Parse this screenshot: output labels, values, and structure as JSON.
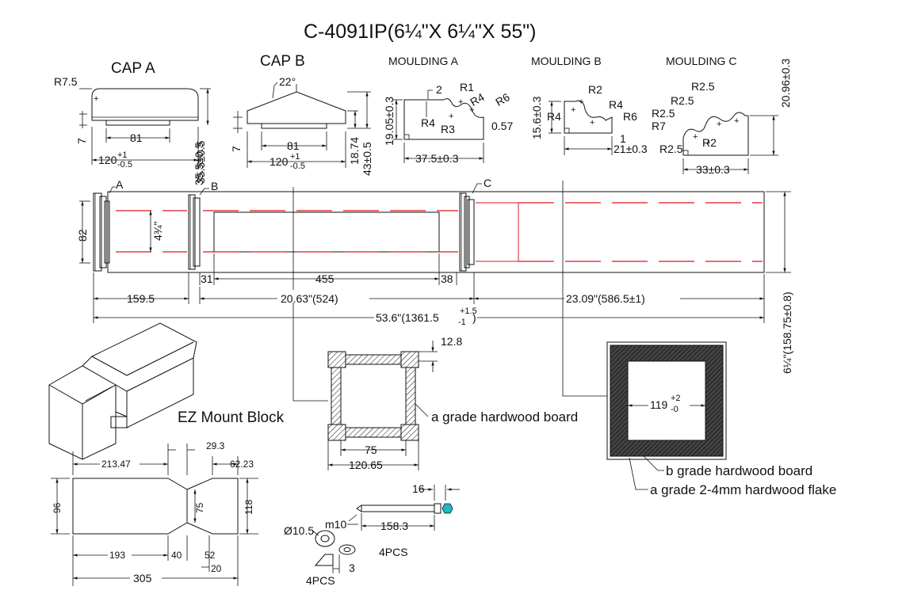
{
  "title": "C-4091IP(6¼\"X 6¼\"X 55\")",
  "cap_a": {
    "title": "CAP A",
    "radius": "R7.5",
    "height": "7",
    "inner_width": "81",
    "width": "120",
    "width_tol_plus": "+1",
    "width_tol_minus": "-0.5",
    "overall_height": "35.5±0.5"
  },
  "cap_b": {
    "title": "CAP B",
    "angle": "22°",
    "height": "7",
    "inner_width": "81",
    "width": "120",
    "width_tol_plus": "+1",
    "width_tol_minus": "-0.5",
    "mid_height": "18.74",
    "overall_height": "43±0.5"
  },
  "moulding_a": {
    "title": "MOULDING A",
    "label_2": "2",
    "r1": "R1",
    "r4_top": "R4",
    "r6": "R6",
    "r4_left": "R4",
    "r3": "R3",
    "dim_057": "0.57",
    "height": "19.05±0.3",
    "width": "37.5±0.3"
  },
  "moulding_b": {
    "title": "MOULDING B",
    "r2": "R2",
    "r4_right": "R4",
    "r4_left": "R4",
    "r6": "R6",
    "height": "15.6±0.3",
    "dim_1": "1",
    "width": "21±0.3"
  },
  "moulding_c": {
    "title": "MOULDING C",
    "r25_a": "R2.5",
    "r25_b": "R2.5",
    "r25_c": "R2.5",
    "r7": "R7",
    "r25_d": "R2.5",
    "r2": "R2",
    "height": "20.96±0.3",
    "width": "33±0.3"
  },
  "column": {
    "label_a": "A",
    "label_b": "B",
    "label_c": "C",
    "dim_82": "82",
    "dim_44": "4¾\"",
    "dim_355": "35.5±0.5",
    "dim_31": "31",
    "dim_455": "455",
    "dim_38": "38",
    "dim_1595": "159.5",
    "dim_2063": "20.63\"(524)",
    "dim_2309": "23.09\"(586.5±1)",
    "dim_total": "53.6\"(1361.5",
    "dim_total_plus": "+1.5",
    "dim_total_minus": "-1",
    "dim_total_close": ")",
    "dim_side": "6¼\"(158.75±0.8)"
  },
  "section_a": {
    "dim_128": "12.8",
    "dim_75": "75",
    "dim_12065": "120.65",
    "callout": "a grade hardwood board"
  },
  "section_b": {
    "dim_119": "119",
    "dim_119_plus": "+2",
    "dim_119_minus": "-0",
    "callout_board": "b grade hardwood board",
    "callout_flake": "a grade 2-4mm hardwood flake"
  },
  "ez_mount": {
    "title": "EZ Mount Block",
    "dim_21347": "213.47",
    "dim_293": "29.3",
    "dim_6223": "62.23",
    "dim_96": "96",
    "dim_75": "75",
    "dim_118": "118",
    "dim_193": "193",
    "dim_40": "40",
    "dim_52": "52",
    "dim_20": "20",
    "dim_305": "305"
  },
  "hardware": {
    "dim_16": "16",
    "dim_1583": "158.3",
    "dim_m10": "m10",
    "dim_d105": "Ø10.5",
    "dim_3": "3",
    "qty_1": "4PCS",
    "qty_2": "4PCS"
  },
  "colors": {
    "line": "#111111",
    "red": "#e0141c",
    "bolt_head": "#23b5c8"
  }
}
